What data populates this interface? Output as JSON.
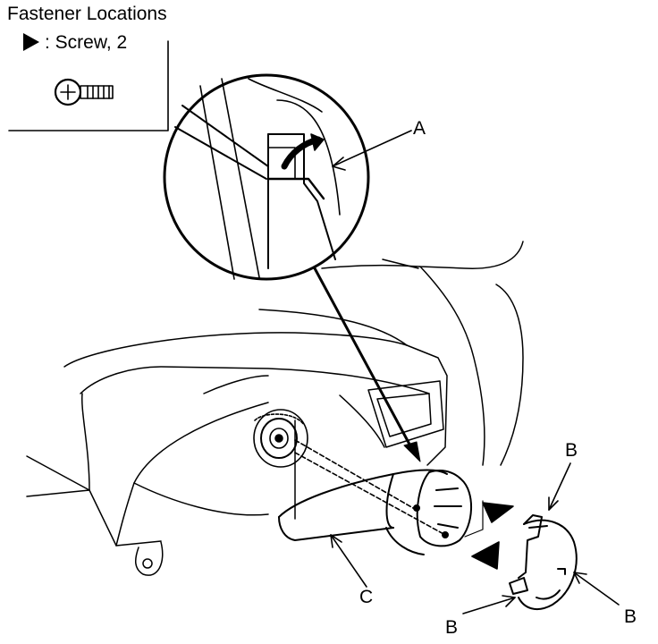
{
  "legend": {
    "title": "Fastener Locations",
    "item_label": ": Screw, 2",
    "item_symbol": "triangle-marker"
  },
  "callouts": {
    "a": "A",
    "b_top": "B",
    "b_right": "B",
    "b_bottom": "B",
    "c": "C"
  },
  "colors": {
    "line": "#000000",
    "background": "#ffffff"
  }
}
